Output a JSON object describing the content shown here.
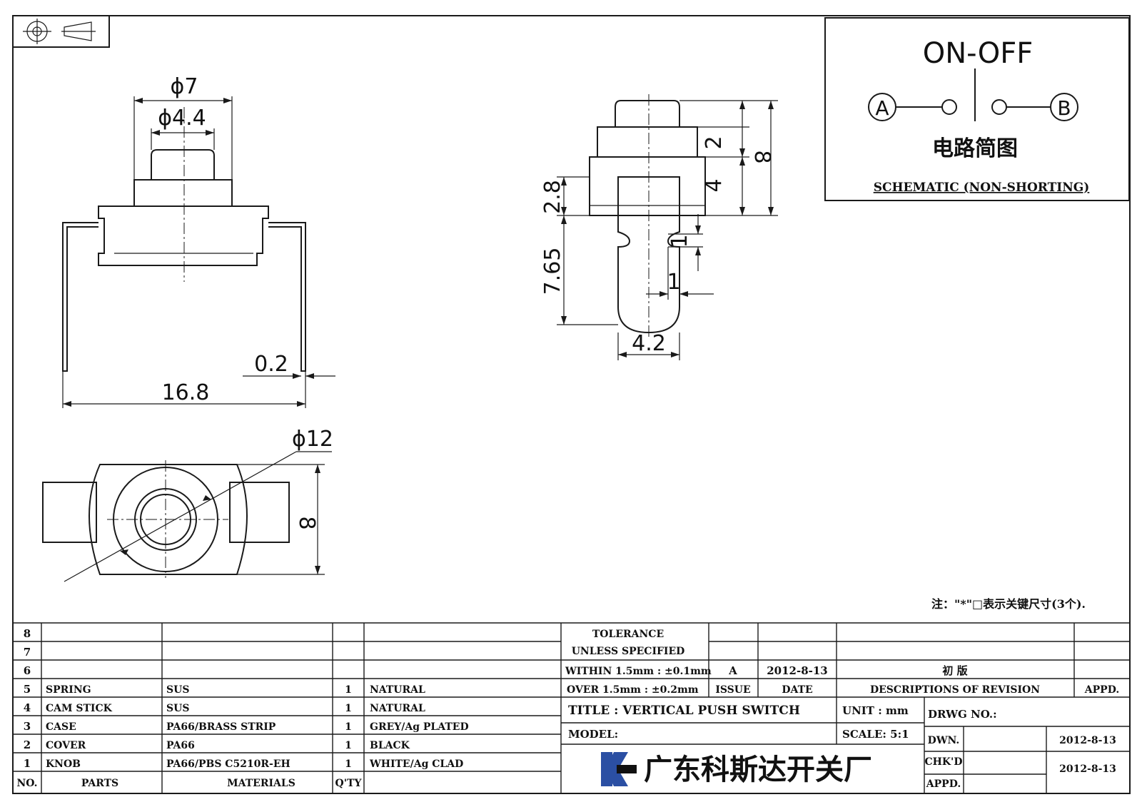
{
  "dimensions": {
    "knob_dia": "ϕ7",
    "stem_dia": "ϕ4.4",
    "width": "16.8",
    "pin_thickness": "0.2",
    "body_dia": "ϕ12",
    "top_height": "8",
    "side_h2": "2",
    "side_h4": "4",
    "side_h8": "8",
    "side_h28": "2.8",
    "side_h765": "7.65",
    "side_notch": "1",
    "side_tip": "1",
    "side_w": "4.2"
  },
  "schematic": {
    "heading": "ON-OFF",
    "terminal_a": "A",
    "terminal_b": "B",
    "cn_title": "电路简图",
    "caption": "SCHEMATIC (NON-SHORTING)"
  },
  "note": "注：\"*\"□表示关键尺寸(3个).",
  "parts": {
    "rows": [
      {
        "no": "8",
        "part": "",
        "material": "",
        "qty": "",
        "finish": ""
      },
      {
        "no": "7",
        "part": "",
        "material": "",
        "qty": "",
        "finish": ""
      },
      {
        "no": "6",
        "part": "",
        "material": "",
        "qty": "",
        "finish": ""
      },
      {
        "no": "5",
        "part": "SPRING",
        "material": "SUS",
        "qty": "1",
        "finish": "NATURAL"
      },
      {
        "no": "4",
        "part": "CAM STICK",
        "material": "SUS",
        "qty": "1",
        "finish": "NATURAL"
      },
      {
        "no": "3",
        "part": "CASE",
        "material": "PA66/BRASS STRIP",
        "qty": "1",
        "finish": "GREY/Ag PLATED"
      },
      {
        "no": "2",
        "part": "COVER",
        "material": "PA66",
        "qty": "1",
        "finish": "BLACK"
      },
      {
        "no": "1",
        "part": "KNOB",
        "material": "PA66/PBS C5210R-EH",
        "qty": "1",
        "finish": "WHITE/Ag CLAD"
      }
    ],
    "header": {
      "no": "NO.",
      "part": "PARTS",
      "material": "MATERIALS",
      "qty": "Q'TY"
    }
  },
  "tolerance": {
    "l1": "TOLERANCE",
    "l2": "UNLESS   SPECIFIED",
    "l3": "WITHIN 1.5mm : ±0.1mm",
    "l4": "OVER 1.5mm : ±0.2mm"
  },
  "revision": {
    "issue": "A",
    "date": "2012-8-13",
    "description": "初 版",
    "h_issue": "ISSUE",
    "h_date": "DATE",
    "h_desc": "DESCRIPTIONS OF REVISION",
    "h_appd": "APPD."
  },
  "title_block": {
    "title": "TITLE :   VERTICAL PUSH SWITCH",
    "unit": "UNIT :   mm",
    "drwg": "DRWG NO.:",
    "model": "MODEL:",
    "scale": "SCALE:  5:1",
    "dwn": "DWN.",
    "dwn_date": "2012-8-13",
    "chkd": "CHK'D",
    "appd": "APPD.",
    "chk_date": "2012-8-13",
    "company": "广东科斯达开关厂"
  },
  "colors": {
    "line": "#1a1a1a",
    "logo_blue": "#2b4fa3"
  }
}
